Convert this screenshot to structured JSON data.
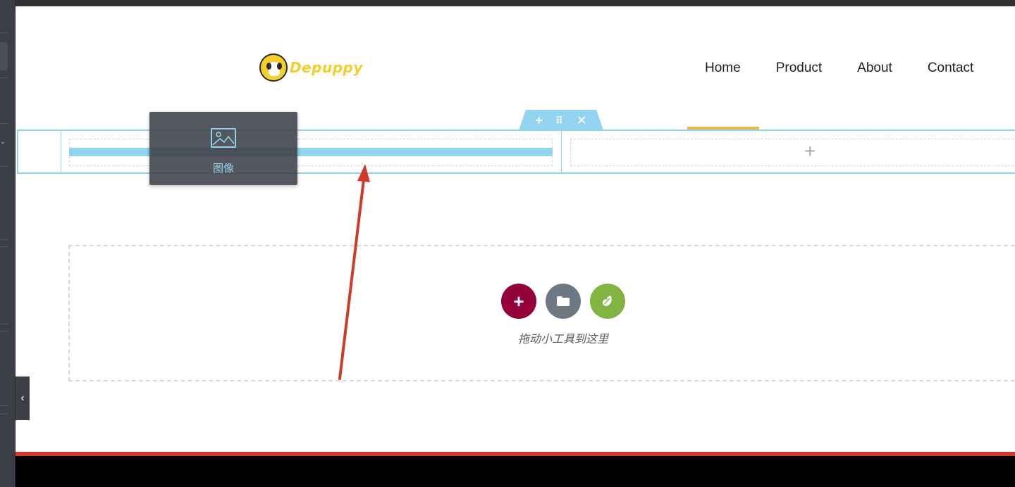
{
  "header": {
    "logo_text": "Depuppy",
    "nav": [
      {
        "label": "Home"
      },
      {
        "label": "Product"
      },
      {
        "label": "About"
      },
      {
        "label": "Contact"
      }
    ]
  },
  "section_toolbar": {
    "add_symbol": "+",
    "move_symbol": "⠿",
    "close_symbol": "✕"
  },
  "dragged_widget": {
    "label": "图像",
    "icon": "image-icon"
  },
  "empty_column": {
    "add_symbol": "+"
  },
  "dropzone": {
    "hint": "拖动小工具到这里",
    "buttons": [
      {
        "icon": "plus-icon",
        "color": "#93003a"
      },
      {
        "icon": "folder-icon",
        "color": "#6d7882"
      },
      {
        "icon": "leaf-icon",
        "color": "#81b441"
      }
    ]
  },
  "colors": {
    "accent_blue": "#92d3ef",
    "logo_yellow": "#f4cf2c",
    "nav_underline": "#e2bd3f",
    "annotation_red": "#d13a26",
    "footer": "#000000"
  }
}
